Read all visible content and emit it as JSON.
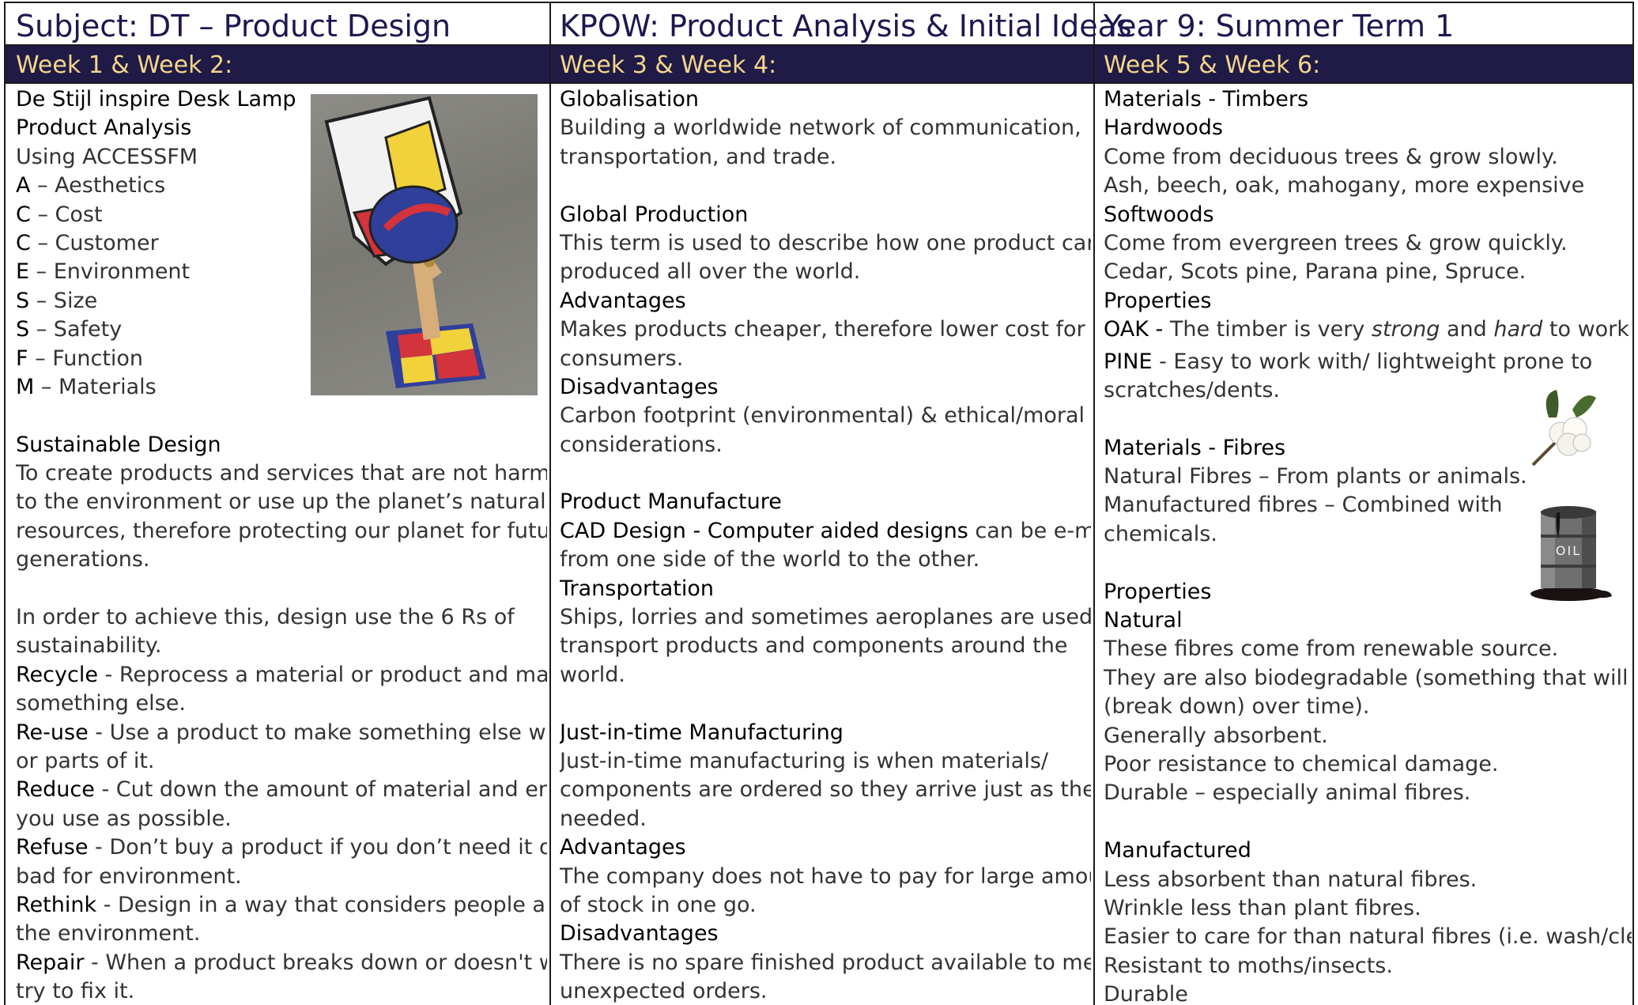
{
  "header": {
    "subject": "Subject: DT – Product Design",
    "kpow": "KPOW: Product Analysis & Initial Ideas",
    "year": "Year 9: Summer Term 1"
  },
  "weeks": {
    "w12": "Week 1 & Week 2:",
    "w34": "Week 3 & Week 4:",
    "w56": "Week 5 & Week 6:"
  },
  "col1": {
    "lamp_title": "De Stijl inspire Desk Lamp",
    "product_analysis": "Product Analysis",
    "using": "Using ACCESSFM",
    "access": [
      {
        "letter": "A",
        "text": " – Aesthetics"
      },
      {
        "letter": "C",
        "text": " – Cost"
      },
      {
        "letter": "C",
        "text": " – Customer"
      },
      {
        "letter": "E",
        "text": " – Environment"
      },
      {
        "letter": "S",
        "text": " – Size"
      },
      {
        "letter": "S",
        "text": " – Safety"
      },
      {
        "letter": "F",
        "text": " – Function"
      },
      {
        "letter": "M",
        "text": " – Materials"
      }
    ],
    "sustainable_title": "Sustainable Design",
    "sustainable_lines": [
      "To create products and services that are not harmful",
      "to the environment or use up the planet’s natural",
      "resources, therefore protecting our planet for future",
      "generations."
    ],
    "achieve_lines": [
      "In order to achieve this, design use the 6 Rs of",
      "sustainability."
    ],
    "rs": {
      "recycle_k": "Recycle",
      "recycle_1": " - Reprocess a material or product and make",
      "recycle_2": "something else.",
      "reuse_k": "Re-use",
      "reuse_1": " - Use a product to make something else with all",
      "reuse_2": "or parts of it.",
      "reduce_k": "Reduce",
      "reduce_1": " - Cut down the amount of material and energy",
      "reduce_2": "you use as possible.",
      "refuse_k": "Refuse",
      "refuse_1": " - Don’t buy a product if you don’t need it or it’s",
      "refuse_2": "bad for environment.",
      "rethink_k": "Rethink",
      "rethink_1": " - Design in a way that considers people and",
      "rethink_2": "the environment.",
      "repair_k": "Repair",
      "repair_1": " - When a product breaks down or doesn't work,",
      "repair_2": "try to fix it."
    }
  },
  "col2": {
    "globalisation": "Globalisation",
    "glob_lines": [
      "Building a worldwide network of communication,",
      "transportation, and trade."
    ],
    "global_production": "Global Production",
    "gp_lines": [
      "This term is used to describe how one product can be",
      "produced all over the world."
    ],
    "advantages": "Advantages",
    "adv_lines": [
      "Makes products cheaper, therefore lower cost for",
      "consumers."
    ],
    "disadvantages": "Disadvantages",
    "dis_lines": [
      "Carbon footprint (environmental) & ethical/moral",
      "considerations."
    ],
    "product_manufacture": "Product Manufacture",
    "cad_k": "CAD Design - Computer aided designs",
    "cad_1": " can be e-mailed",
    "cad_2": "from one side of the world to the other.",
    "transportation": "Transportation",
    "trans_lines": [
      "Ships, lorries and sometimes aeroplanes are used to",
      "transport products and components around the",
      "world."
    ],
    "jit": "Just-in-time Manufacturing",
    "jit_lines": [
      "Just-in-time manufacturing is when materials/",
      "components are ordered so they arrive just as they are",
      "needed."
    ],
    "advantages2": "Advantages",
    "adv2_lines": [
      "The company does not have to pay for large amounts",
      "of stock in one go."
    ],
    "disadvantages2": "Disadvantages",
    "dis2_lines": [
      "There is no spare finished product available to meet",
      "unexpected orders."
    ]
  },
  "col3": {
    "timbers": "Materials - Timbers",
    "hardwoods": "Hardwoods",
    "hard_lines": [
      "Come from deciduous trees & grow slowly.",
      "Ash, beech, oak, mahogany, more expensive"
    ],
    "softwoods": "Softwoods",
    "soft_lines": [
      "Come from evergreen trees & grow quickly.",
      "Cedar, Scots pine, Parana pine, Spruce."
    ],
    "properties": "Properties",
    "oak_k": "OAK -",
    "oak_1": " The timber is very ",
    "oak_strong": "strong",
    "oak_and": " and ",
    "oak_hard": "hard",
    "oak_2": " to work with.",
    "pine_k": "PINE",
    "pine_1": " - Easy to work with/ lightweight prone to",
    "pine_2": "scratches/dents.",
    "fibres": "Materials - Fibres",
    "fibre_lines": [
      "Natural Fibres – From plants or animals.",
      "Manufactured fibres – Combined with",
      "chemicals."
    ],
    "properties2": "Properties",
    "natural": "Natural",
    "natural_lines": [
      "These fibres come from renewable source.",
      "They are also biodegradable (something that will decay",
      "(break down) over time).",
      "Generally absorbent.",
      "Poor resistance to chemical damage.",
      "Durable – especially animal fibres."
    ],
    "manufactured": "Manufactured",
    "manu_lines": [
      "Less absorbent than natural fibres.",
      "Wrinkle less than plant fibres.",
      "Easier to care for than natural fibres (i.e. wash/clean).",
      "Resistant to moths/insects.",
      "Durable"
    ],
    "oil_label": "OIL"
  },
  "images": {
    "lamp": "desk-lamp-photo",
    "cotton": "cotton-plant-icon",
    "oil": "oil-barrel-icon"
  },
  "colors": {
    "title": "#1c1850",
    "band": "#201a47",
    "week_text": "#f3d58c",
    "body_text": "#333333"
  }
}
